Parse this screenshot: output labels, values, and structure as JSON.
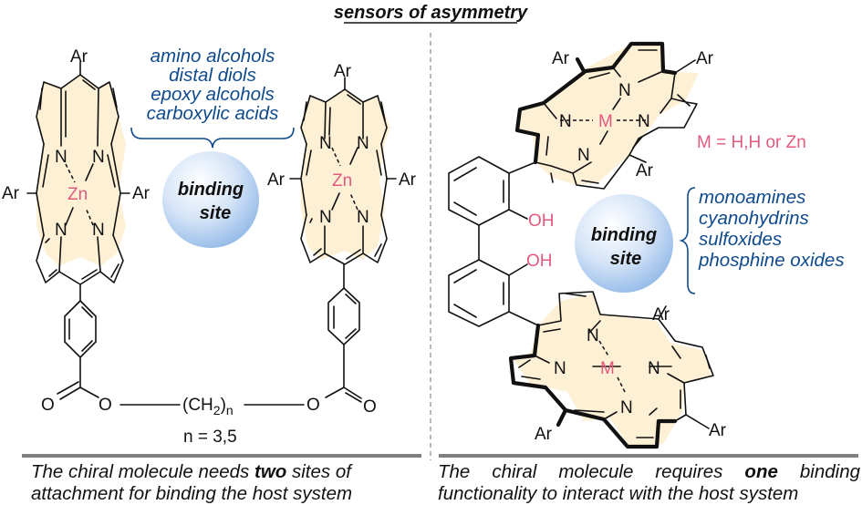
{
  "title": "sensors of asymmetry",
  "left_panel": {
    "analytes": [
      "amino alcohols",
      "distal diols",
      "epoxy alcohols",
      "carboxylic acids"
    ],
    "binding_site": [
      "binding",
      "site"
    ],
    "porphyrin_left": {
      "metal": "Zn",
      "nitrogen": "N",
      "substituent": "Ar"
    },
    "porphyrin_right": {
      "metal": "Zn",
      "nitrogen": "N",
      "substituent": "Ar"
    },
    "linker": {
      "oxygen": "O",
      "chain": "(CH",
      "chain_sub": "2",
      "chain_close": ")",
      "chain_n": "n",
      "n_values": "n = 3,5"
    },
    "caption": {
      "before": "The chiral molecule needs ",
      "bold": "two",
      "after": " sites of attachment for binding the host system"
    }
  },
  "right_panel": {
    "metal_label": "M",
    "metal_definition": "M = H,H or Zn",
    "hydroxyl": "OH",
    "nitrogen": "N",
    "substituent": "Ar",
    "binding_site": [
      "binding",
      "site"
    ],
    "analytes": [
      "monoamines",
      "cyanohydrins",
      "sulfoxides",
      "phosphine oxides"
    ],
    "caption": {
      "before": "The chiral molecule requires ",
      "bold": "one",
      "after": " binding functionality to interact with the host system"
    }
  },
  "colors": {
    "porphyrin_fill": "#fdf0d5",
    "metal_pink": "#e45a7f",
    "analyte_blue": "#0f4a8c",
    "divider_gray": "#808080",
    "sphere_blue": "#a9c8ee"
  }
}
